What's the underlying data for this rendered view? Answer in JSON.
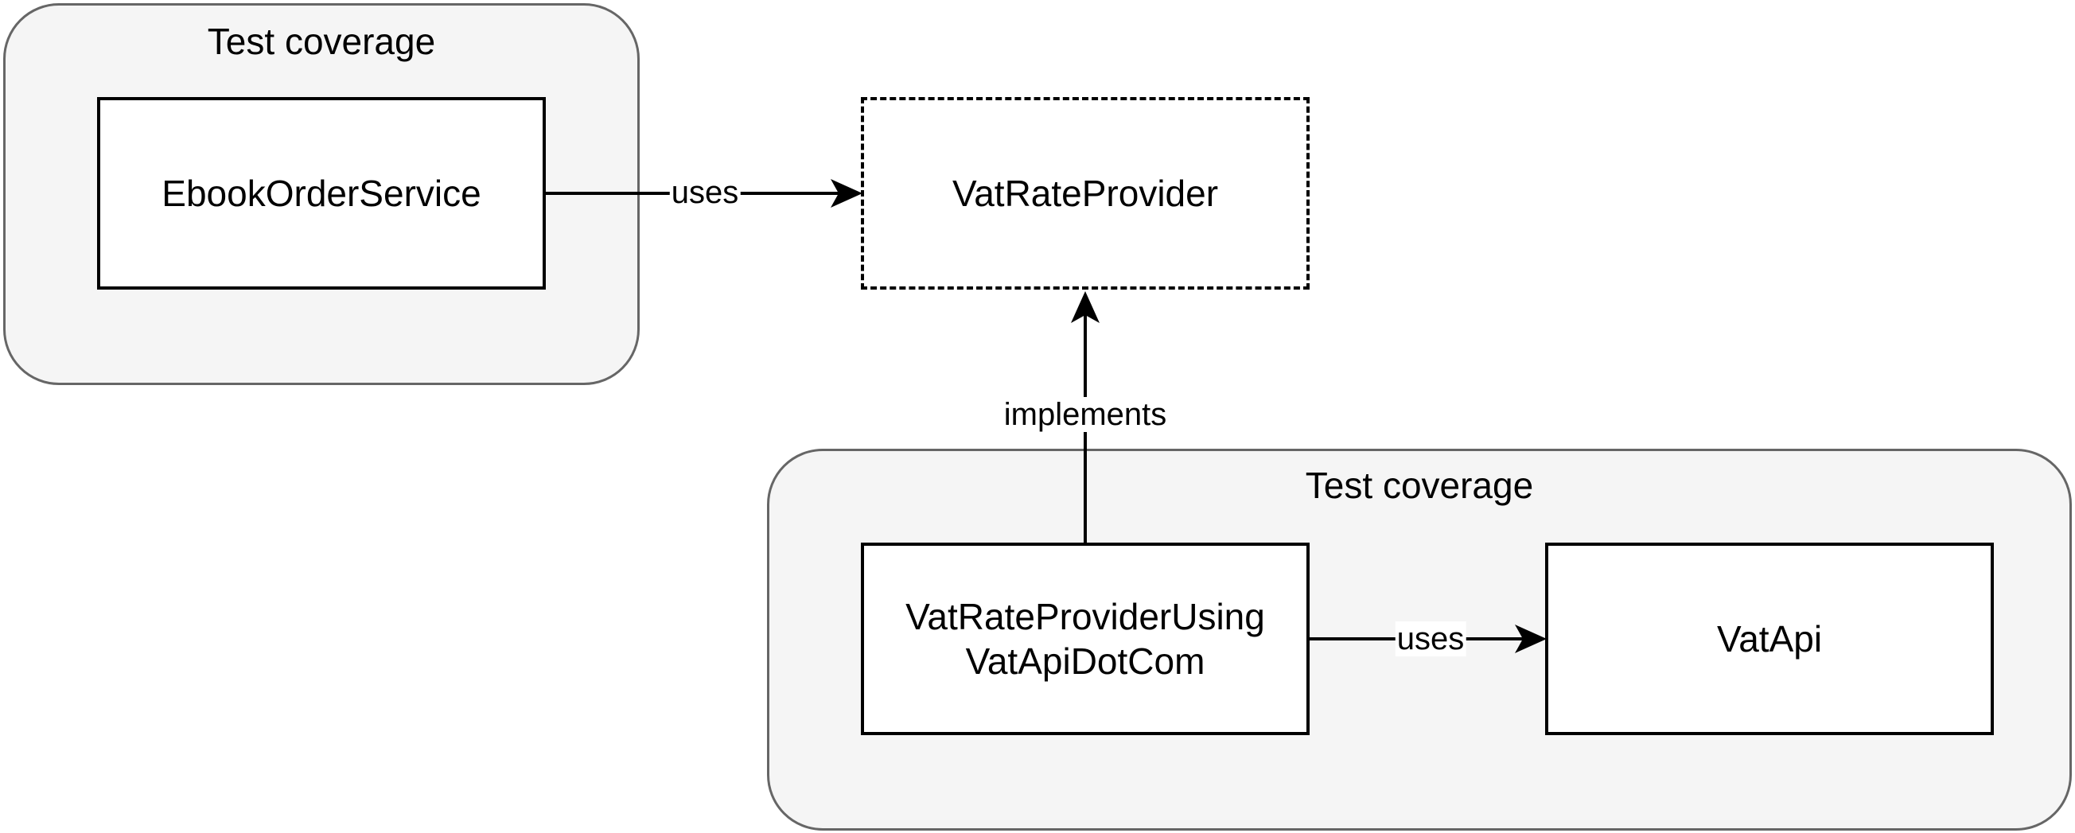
{
  "groups": [
    {
      "title": "Test coverage"
    },
    {
      "title": "Test coverage"
    }
  ],
  "nodes": {
    "ebook_order_service": {
      "label": "EbookOrderService"
    },
    "vat_rate_provider": {
      "label": "VatRateProvider",
      "style": "dashed"
    },
    "vat_rate_provider_using": {
      "label_line1": "VatRateProviderUsing",
      "label_line2": "VatApiDotCom"
    },
    "vat_api": {
      "label": "VatApi"
    }
  },
  "edges": [
    {
      "from": "EbookOrderService",
      "to": "VatRateProvider",
      "label": "uses"
    },
    {
      "from": "VatRateProviderUsingVatApiDotCom",
      "to": "VatRateProvider",
      "label": "implements"
    },
    {
      "from": "VatRateProviderUsingVatApiDotCom",
      "to": "VatApi",
      "label": "uses"
    }
  ],
  "colors": {
    "group_fill": "#f5f5f5",
    "group_border": "#666666",
    "node_border": "#000000",
    "node_fill": "#ffffff"
  }
}
